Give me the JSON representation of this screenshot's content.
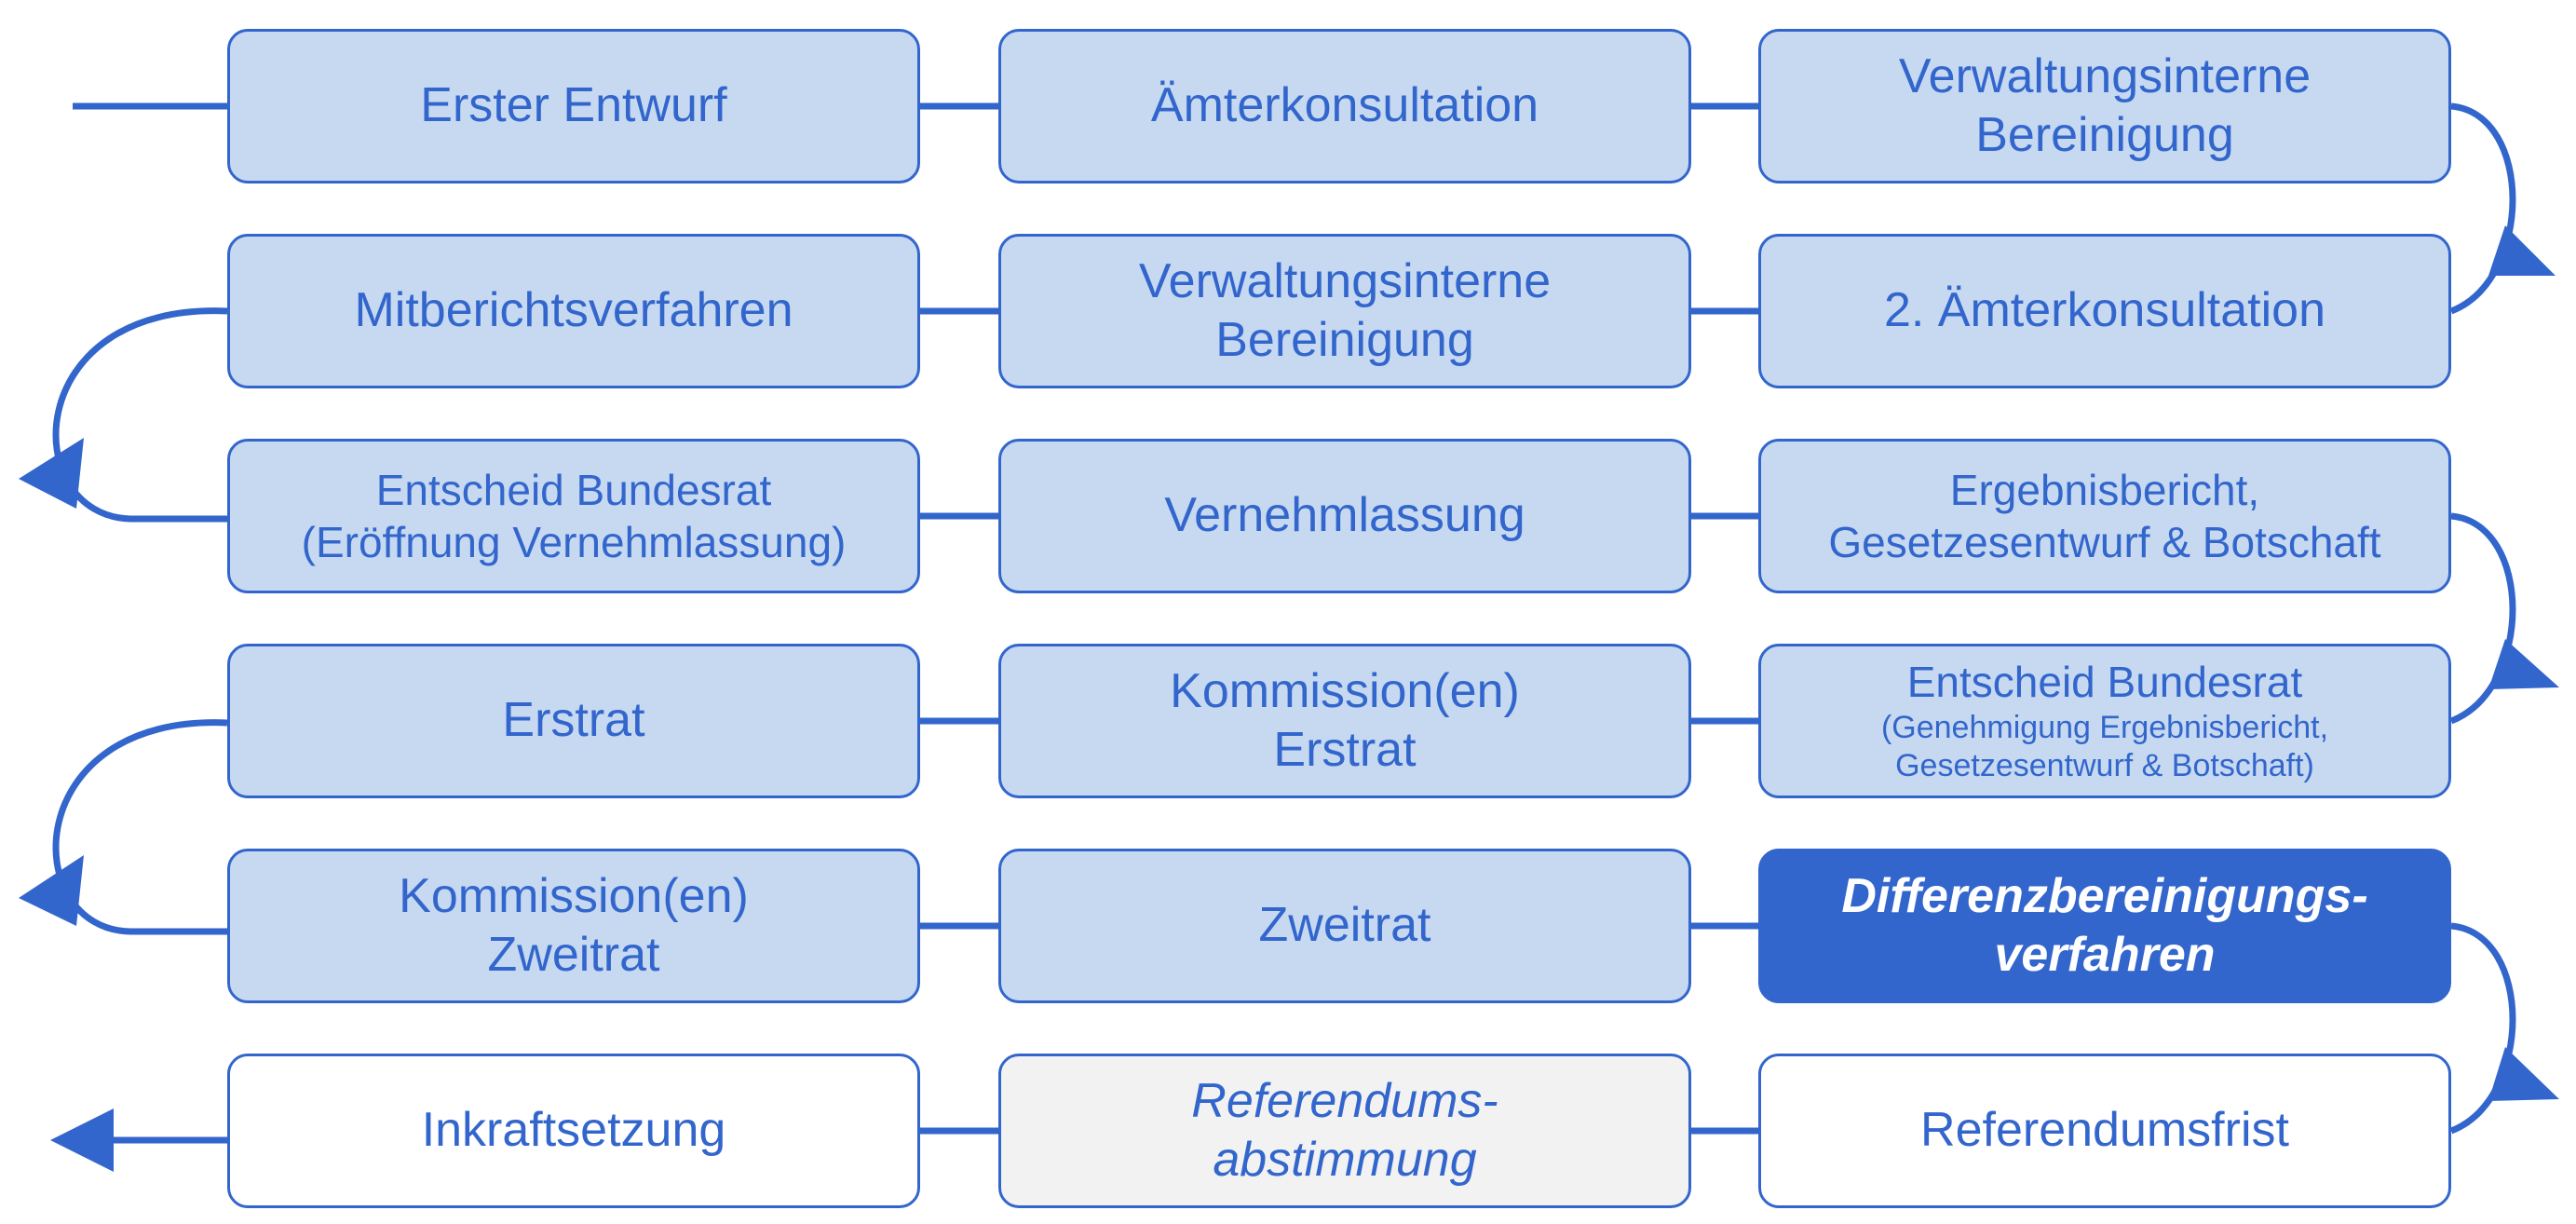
{
  "colors": {
    "accent": "#3366cc",
    "box_fill": "#c6d9f1",
    "box_fill_white": "#ffffff",
    "box_fill_grey": "#f2f2f2",
    "box_fill_highlight": "#3366cc",
    "highlight_text": "#ffffff"
  },
  "steps": [
    {
      "id": "erster-entwurf",
      "lines": [
        "Erster Entwurf"
      ]
    },
    {
      "id": "aemterkonsultation",
      "lines": [
        "Ämterkonsultation"
      ]
    },
    {
      "id": "verwaltungsinterne-bereinigung-1",
      "lines": [
        "Verwaltungsinterne",
        "Bereinigung"
      ]
    },
    {
      "id": "zweite-aemterkonsultation",
      "lines": [
        "2. Ämterkonsultation"
      ]
    },
    {
      "id": "verwaltungsinterne-bereinigung-2",
      "lines": [
        "Verwaltungsinterne",
        "Bereinigung"
      ]
    },
    {
      "id": "mitberichtsverfahren",
      "lines": [
        "Mitberichtsverfahren"
      ]
    },
    {
      "id": "entscheid-bundesrat-eroeffnung",
      "lines": [
        "Entscheid Bundesrat",
        "(Eröffnung Vernehmlassung)"
      ]
    },
    {
      "id": "vernehmlassung",
      "lines": [
        "Vernehmlassung"
      ]
    },
    {
      "id": "ergebnisbericht",
      "lines": [
        "Ergebnisbericht,",
        "Gesetzesentwurf & Botschaft"
      ]
    },
    {
      "id": "entscheid-bundesrat-genehmigung",
      "lines": [
        "Entscheid Bundesrat"
      ],
      "sublines": [
        "(Genehmigung Ergebnisbericht,",
        "Gesetzesentwurf & Botschaft)"
      ]
    },
    {
      "id": "kommission-erstrat",
      "lines": [
        "Kommission(en)",
        "Erstrat"
      ]
    },
    {
      "id": "erstrat",
      "lines": [
        "Erstrat"
      ]
    },
    {
      "id": "kommission-zweitrat",
      "lines": [
        "Kommission(en)",
        "Zweitrat"
      ]
    },
    {
      "id": "zweitrat",
      "lines": [
        "Zweitrat"
      ]
    },
    {
      "id": "differenzbereinigungsverfahren",
      "lines": [
        "Differenzbereinigungs-",
        "verfahren"
      ],
      "highlight": true
    },
    {
      "id": "referendumsfrist",
      "lines": [
        "Referendumsfrist"
      ]
    },
    {
      "id": "referendumsabstimmung",
      "lines": [
        "Referendums-",
        "abstimmung"
      ]
    },
    {
      "id": "inkraftsetzung",
      "lines": [
        "Inkraftsetzung"
      ]
    }
  ]
}
